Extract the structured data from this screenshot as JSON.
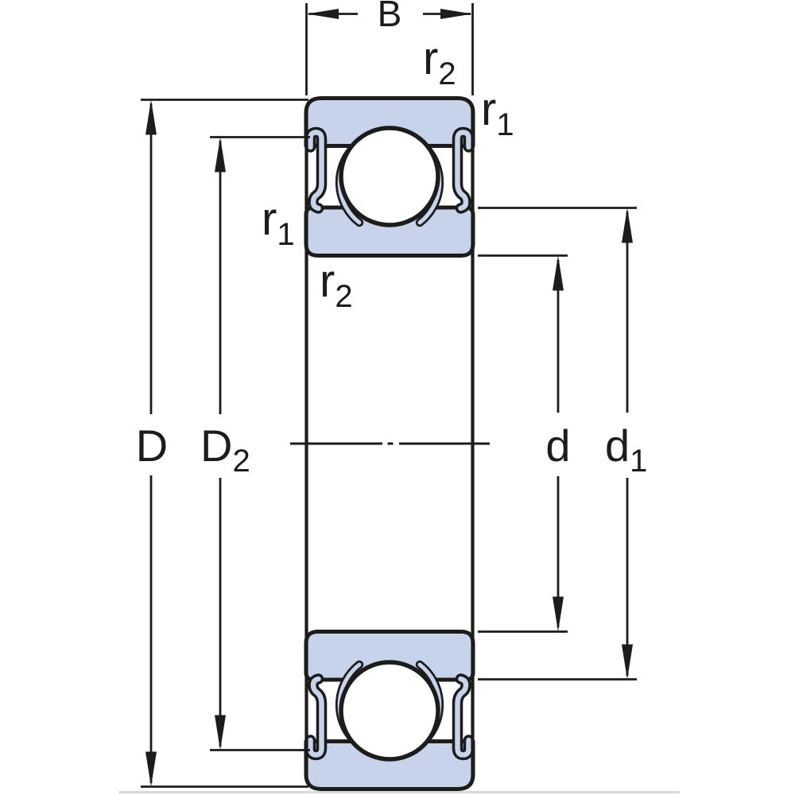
{
  "labels": {
    "b": {
      "base": "B",
      "sub": ""
    },
    "r2_upper": {
      "base": "r",
      "sub": "2"
    },
    "r1_upper": {
      "base": "r",
      "sub": "1"
    },
    "r1_lower": {
      "base": "r",
      "sub": "1"
    },
    "r2_lower": {
      "base": "r",
      "sub": "2"
    },
    "D": {
      "base": "D",
      "sub": ""
    },
    "D2": {
      "base": "D",
      "sub": "2"
    },
    "d": {
      "base": "d",
      "sub": ""
    },
    "d1": {
      "base": "d",
      "sub": "1"
    }
  },
  "colors": {
    "line": "#1c1c1a",
    "ring_fill": "#c7d3eb",
    "ball_fill": "#ffffff",
    "baseline_grey": "#d8d8d8",
    "background": "#ffffff"
  }
}
